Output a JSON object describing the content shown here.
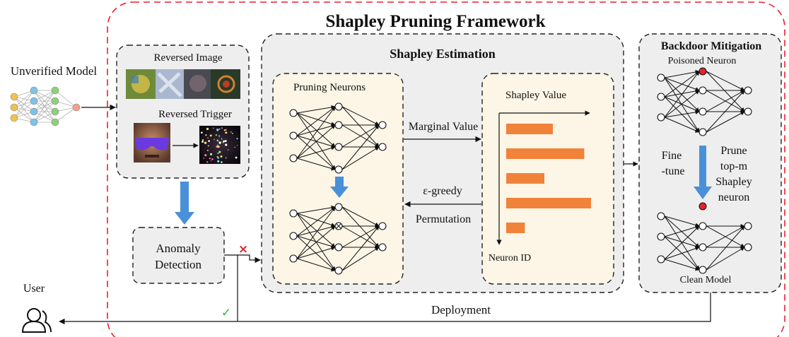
{
  "framework": {
    "title": "Shapley Pruning Framework"
  },
  "input": {
    "label": "Unverified Model"
  },
  "reverse": {
    "image_label": "Reversed Image",
    "trigger_label": "Reversed Trigger"
  },
  "anomaly": {
    "line1": "Anomaly",
    "line2": "Detection"
  },
  "estimation": {
    "title": "Shapley Estimation",
    "pruning_label": "Pruning Neurons",
    "value_label": "Shapley Value",
    "neuron_id_label": "Neuron ID",
    "marginal_label": "Marginal Value",
    "greedy_label": "ε-greedy",
    "permutation_label": "Permutation",
    "bar_values": [
      0.55,
      0.92,
      0.45,
      1.0,
      0.22
    ]
  },
  "mitigation": {
    "title": "Backdoor Mitigation",
    "poisoned_label": "Poisoned Neuron",
    "finetune_line1": "Fine",
    "finetune_line2": "-tune",
    "prune_lines": [
      "Prune",
      "top-m",
      "Shapley",
      "neuron"
    ],
    "clean_label": "Clean Model"
  },
  "output": {
    "user_label": "User",
    "deployment_label": "Deployment"
  },
  "marks": {
    "reject": "×",
    "accept": "✓"
  },
  "colors": {
    "framework_border": "#e8212b",
    "bar": "#f0823a",
    "arrow_blue": "#4a90d9",
    "poison": "#e0262c",
    "panel_gray": "#eeeeee",
    "panel_cream": "#fdf6e6",
    "check": "#3bb54a"
  }
}
